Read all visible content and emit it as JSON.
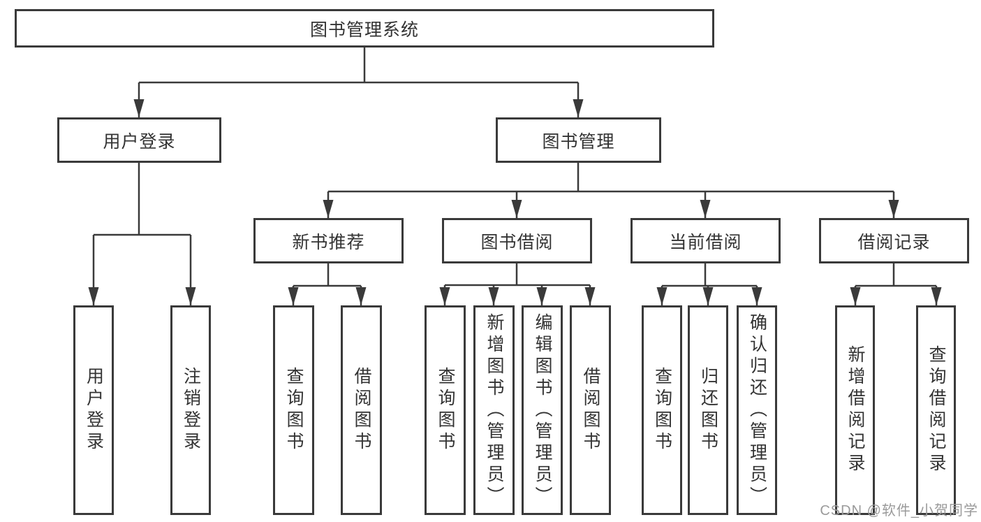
{
  "tree": {
    "root": "图书管理系统",
    "branches": [
      {
        "label": "用户登录",
        "leaves": [
          "用户登录",
          "注销登录"
        ]
      },
      {
        "label": "图书管理",
        "groups": [
          {
            "label": "新书推荐",
            "leaves": [
              "查询图书",
              "借阅图书"
            ]
          },
          {
            "label": "图书借阅",
            "leaves": [
              "查询图书",
              "新增图书（管理员）",
              "编辑图书（管理员）",
              "借阅图书"
            ]
          },
          {
            "label": "当前借阅",
            "leaves": [
              "查询图书",
              "归还图书",
              "确认归还（管理员）"
            ]
          },
          {
            "label": "借阅记录",
            "leaves": [
              "新增借阅记录",
              "查询借阅记录"
            ]
          }
        ]
      }
    ]
  },
  "watermark": "CSDN @软件_小贺同学",
  "colors": {
    "line": "#3a3a3a",
    "text": "#333333",
    "background": "#ffffff",
    "watermark": "#9a9a9a"
  }
}
